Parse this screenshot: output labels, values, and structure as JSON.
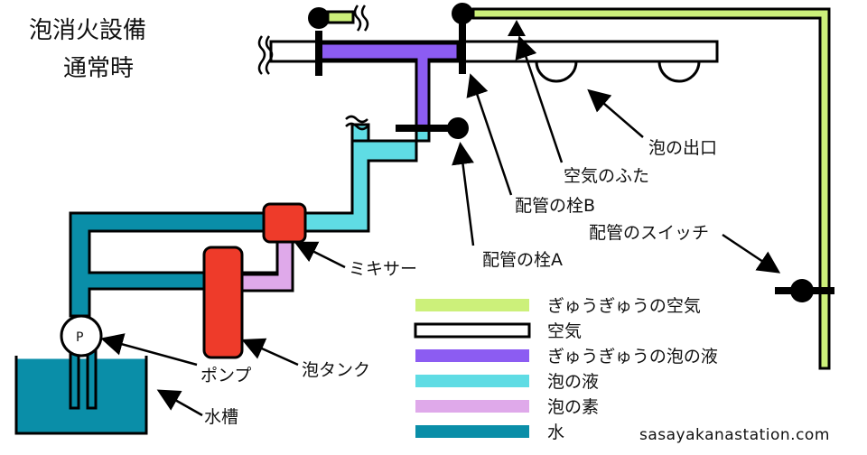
{
  "title": {
    "line1": "泡消火設備",
    "line2": "通常時"
  },
  "labels": {
    "foam_outlet": "泡の出口",
    "air_lid": "空気のふた",
    "valve_b": "配管の栓B",
    "pipe_switch": "配管のスイッチ",
    "valve_a": "配管の栓A",
    "mixer": "ミキサー",
    "foam_tank": "泡タンク",
    "pump": "ポンプ",
    "pump_symbol": "P",
    "water_tank": "水槽"
  },
  "legend": [
    {
      "label": "ぎゅうぎゅうの空気",
      "color": "#ccf07a"
    },
    {
      "label": "空気",
      "color": "#ffffff"
    },
    {
      "label": "ぎゅうぎゅうの泡の液",
      "color": "#8c5cf2"
    },
    {
      "label": "泡の液",
      "color": "#5fdce4"
    },
    {
      "label": "泡の素",
      "color": "#dfa9ea"
    },
    {
      "label": "水",
      "color": "#0a8ea8"
    }
  ],
  "colors": {
    "compressed_air": "#ccf07a",
    "air": "#ffffff",
    "compressed_foam_liquid": "#8c5cf2",
    "foam_liquid": "#5fdce4",
    "foam_concentrate": "#dfa9ea",
    "water": "#0a8ea8",
    "mixer_tank": "#ee3b2a"
  },
  "site": "sasayakanastation.com"
}
